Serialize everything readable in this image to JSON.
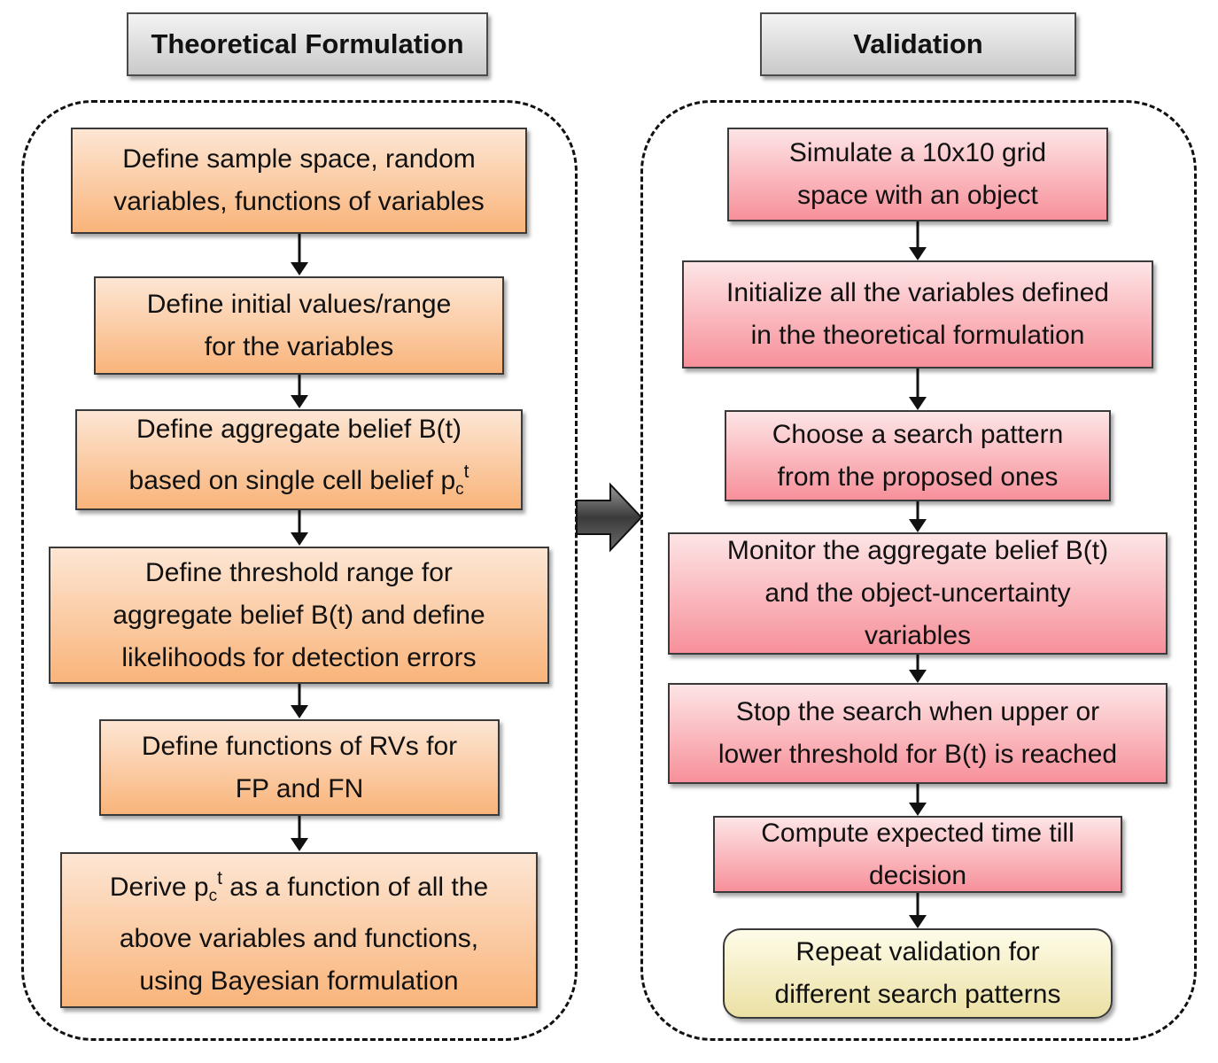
{
  "left": {
    "title": "Theoretical Formulation",
    "steps": [
      "Define sample space, random\nvariables, functions of variables",
      "Define initial values/range\nfor the variables",
      "Define aggregate belief B(t)\nbased on single cell belief",
      "Define threshold range for\naggregate belief B(t) and define\nlikelihoods for detection errors",
      "Define functions of RVs for\nFP and FN",
      "as a function of all the\nabove variables and functions,\nusing Bayesian formulation"
    ],
    "step6_prefix": "Derive",
    "symbol": {
      "base": "p",
      "sub": "c",
      "sup": "t"
    }
  },
  "right": {
    "title": "Validation",
    "steps": [
      "Simulate a 10x10 grid\nspace with an object",
      "Initialize all the variables defined\nin the theoretical formulation",
      "Choose a search pattern\nfrom the proposed ones",
      "Monitor the aggregate belief B(t)\nand the object-uncertainty\nvariables",
      "Stop the search when upper or\nlower threshold for B(t) is reached",
      "Compute expected time till\ndecision",
      "Repeat validation for\ndifferent search patterns"
    ]
  },
  "colors": {
    "left_box": "#f9b47a",
    "right_box": "#f7909a",
    "final_box": "#ebe0a4",
    "header": "#c9c9c9"
  }
}
